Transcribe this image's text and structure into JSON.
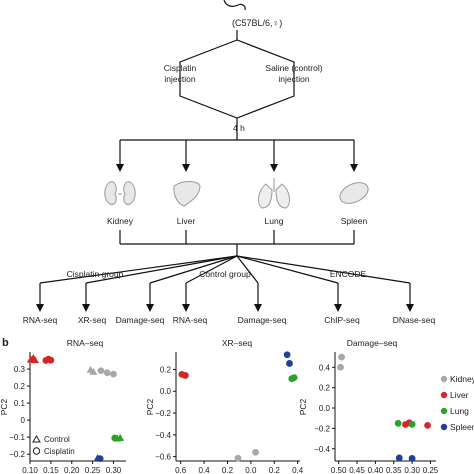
{
  "flow": {
    "mouse_label": "(C57BL/6,♀)",
    "branch_left": [
      "Cisplatin",
      "injection"
    ],
    "branch_right": [
      "Saline (control)",
      "injection"
    ],
    "time_label": "4 h",
    "organs": [
      "Kidney",
      "Liver",
      "Lung",
      "Spleen"
    ],
    "groups": [
      "Cisplatin group",
      "Control group",
      "ENCODE"
    ],
    "cisplatin_assays": [
      "RNA-seq",
      "XR-seq",
      "Damage-seq"
    ],
    "control_assays": [
      "RNA-seq",
      "Damage-seq"
    ],
    "encode_assays": [
      "ChIP-seq",
      "DNase-seq"
    ]
  },
  "panel_label": "b",
  "colors": {
    "kidney": "#a8a8a8",
    "liver": "#d62728",
    "lung": "#2ca02c",
    "spleen": "#1f3f99"
  },
  "shape_legend": [
    "Control",
    "Cisplatin"
  ],
  "color_legend": [
    "Kidney",
    "Liver",
    "Lung",
    "Spleen"
  ],
  "chart_data": [
    {
      "type": "scatter",
      "title": "RNA–seq",
      "xlabel": "",
      "ylabel": "PC2",
      "x_ticks": [
        "0.10",
        "0.15",
        "0.20",
        "0.25",
        "0.30"
      ],
      "y_ticks": [
        "0.3",
        "0.2",
        "0.1",
        "0",
        "−0.1",
        "−0.2"
      ],
      "xlim": [
        0.1,
        0.33
      ],
      "ylim": [
        -0.24,
        0.4
      ],
      "points": [
        {
          "x": 0.102,
          "y": 0.355,
          "organ": "liver",
          "shape": "triangle"
        },
        {
          "x": 0.108,
          "y": 0.365,
          "organ": "liver",
          "shape": "triangle"
        },
        {
          "x": 0.112,
          "y": 0.352,
          "organ": "liver",
          "shape": "triangle"
        },
        {
          "x": 0.138,
          "y": 0.35,
          "organ": "liver",
          "shape": "circle"
        },
        {
          "x": 0.144,
          "y": 0.358,
          "organ": "liver",
          "shape": "circle"
        },
        {
          "x": 0.15,
          "y": 0.352,
          "organ": "liver",
          "shape": "circle"
        },
        {
          "x": 0.245,
          "y": 0.295,
          "organ": "kidney",
          "shape": "triangle"
        },
        {
          "x": 0.252,
          "y": 0.283,
          "organ": "kidney",
          "shape": "triangle"
        },
        {
          "x": 0.27,
          "y": 0.29,
          "organ": "kidney",
          "shape": "circle"
        },
        {
          "x": 0.285,
          "y": 0.278,
          "organ": "kidney",
          "shape": "circle"
        },
        {
          "x": 0.3,
          "y": 0.27,
          "organ": "kidney",
          "shape": "circle"
        },
        {
          "x": 0.303,
          "y": -0.105,
          "organ": "lung",
          "shape": "circle"
        },
        {
          "x": 0.309,
          "y": -0.108,
          "organ": "lung",
          "shape": "triangle"
        },
        {
          "x": 0.316,
          "y": -0.104,
          "organ": "lung",
          "shape": "triangle"
        },
        {
          "x": 0.262,
          "y": -0.223,
          "organ": "spleen",
          "shape": "triangle"
        },
        {
          "x": 0.268,
          "y": -0.226,
          "organ": "spleen",
          "shape": "circle"
        }
      ]
    },
    {
      "type": "scatter",
      "title": "XR–seq",
      "xlabel": "",
      "ylabel": "PC2",
      "x_ticks": [
        "0.6",
        "0.4",
        "0.2",
        "0.0",
        "0.2",
        "0.4"
      ],
      "y_ticks": [
        "0.2",
        "0.0",
        "−0.2",
        "−0.4",
        "−0.6"
      ],
      "xlim": [
        -0.64,
        0.42
      ],
      "ylim": [
        -0.64,
        0.36
      ],
      "points": [
        {
          "x": -0.59,
          "y": 0.155,
          "organ": "liver",
          "shape": "circle"
        },
        {
          "x": -0.56,
          "y": 0.145,
          "organ": "liver",
          "shape": "circle"
        },
        {
          "x": 0.31,
          "y": 0.335,
          "organ": "spleen",
          "shape": "circle"
        },
        {
          "x": 0.33,
          "y": 0.255,
          "organ": "spleen",
          "shape": "circle"
        },
        {
          "x": 0.35,
          "y": 0.115,
          "organ": "lung",
          "shape": "circle"
        },
        {
          "x": 0.37,
          "y": 0.125,
          "organ": "lung",
          "shape": "circle"
        },
        {
          "x": 0.04,
          "y": -0.56,
          "organ": "kidney",
          "shape": "circle"
        },
        {
          "x": -0.11,
          "y": -0.615,
          "organ": "kidney",
          "shape": "circle"
        }
      ]
    },
    {
      "type": "scatter",
      "title": "Damage–seq",
      "xlabel": "",
      "ylabel": "PC2",
      "x_ticks": [
        "0.50",
        "0.45",
        "0.40",
        "0.35",
        "0.30",
        "0.25"
      ],
      "y_ticks": [
        "0.4",
        "0.2",
        "0.0",
        "−0.2",
        "−0.4"
      ],
      "xlim": [
        -0.51,
        -0.235
      ],
      "ylim": [
        -0.52,
        0.55
      ],
      "points": [
        {
          "x": -0.492,
          "y": 0.5,
          "organ": "kidney",
          "shape": "circle"
        },
        {
          "x": -0.495,
          "y": 0.4,
          "organ": "kidney",
          "shape": "circle"
        },
        {
          "x": -0.338,
          "y": -0.15,
          "organ": "lung",
          "shape": "circle"
        },
        {
          "x": -0.318,
          "y": -0.162,
          "organ": "liver",
          "shape": "circle"
        },
        {
          "x": -0.308,
          "y": -0.145,
          "organ": "liver",
          "shape": "circle"
        },
        {
          "x": -0.3,
          "y": -0.16,
          "organ": "lung",
          "shape": "circle"
        },
        {
          "x": -0.258,
          "y": -0.17,
          "organ": "liver",
          "shape": "circle"
        },
        {
          "x": -0.335,
          "y": -0.49,
          "organ": "spleen",
          "shape": "circle"
        },
        {
          "x": -0.3,
          "y": -0.495,
          "organ": "spleen",
          "shape": "circle"
        }
      ]
    }
  ]
}
